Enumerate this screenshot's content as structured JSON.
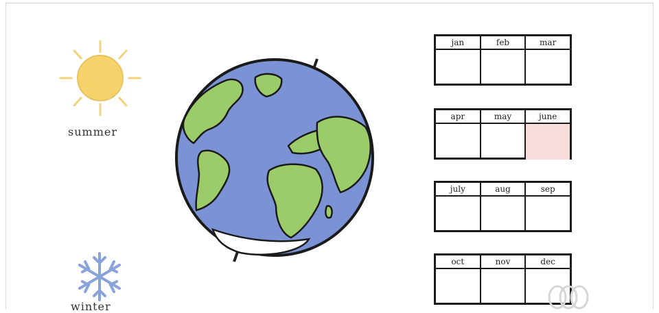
{
  "seasons": {
    "summer": "summer",
    "winter": "winter"
  },
  "calendars": [
    [
      "jan",
      "feb",
      "mar"
    ],
    [
      "apr",
      "may",
      "june"
    ],
    [
      "july",
      "aug",
      "sep"
    ],
    [
      "oct",
      "nov",
      "dec"
    ]
  ],
  "highlighted_month": "june",
  "colors": {
    "ocean": "#7b93d4",
    "land": "#9ccb6a",
    "sun": "#f5d36a",
    "snowflake": "#8aa2da",
    "highlight": "#f8dcdc"
  },
  "icons": [
    "sun-icon",
    "snowflake-icon",
    "earth-globe",
    "broadcaster-logo"
  ]
}
